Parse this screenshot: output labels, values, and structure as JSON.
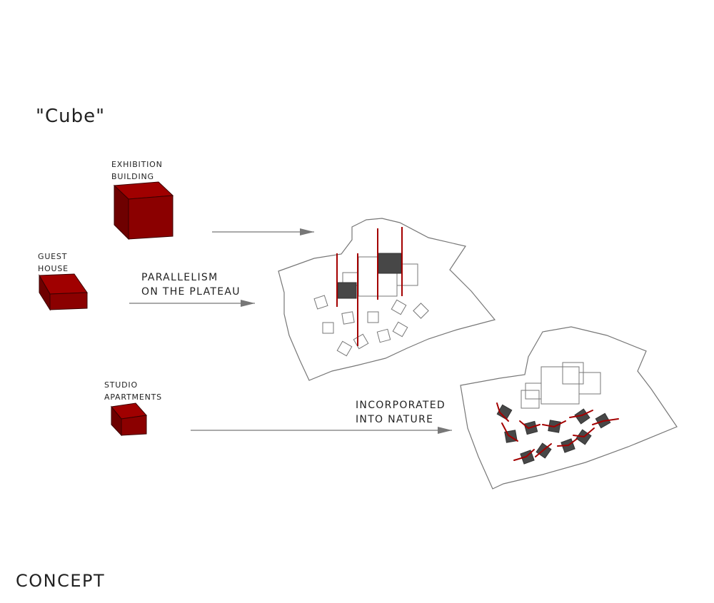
{
  "title": "\"Cube\"",
  "footer": "CONCEPT",
  "labels": {
    "exhibition": "EXHIBITION\nBUILDING",
    "guest": "GUEST\nHOUSE",
    "studio": "STUDIO\nAPARTMENTS",
    "parallelism": "PARALLELISM\nON THE PLATEAU",
    "nature": "INCORPORATED\nINTO NATURE"
  },
  "colors": {
    "cube_front": "#8b0000",
    "cube_side": "#6e0000",
    "cube_top": "#a00000",
    "red_line": "#a40000",
    "dark_fill": "#474747",
    "outline": "#777777",
    "arrow": "#777777"
  }
}
